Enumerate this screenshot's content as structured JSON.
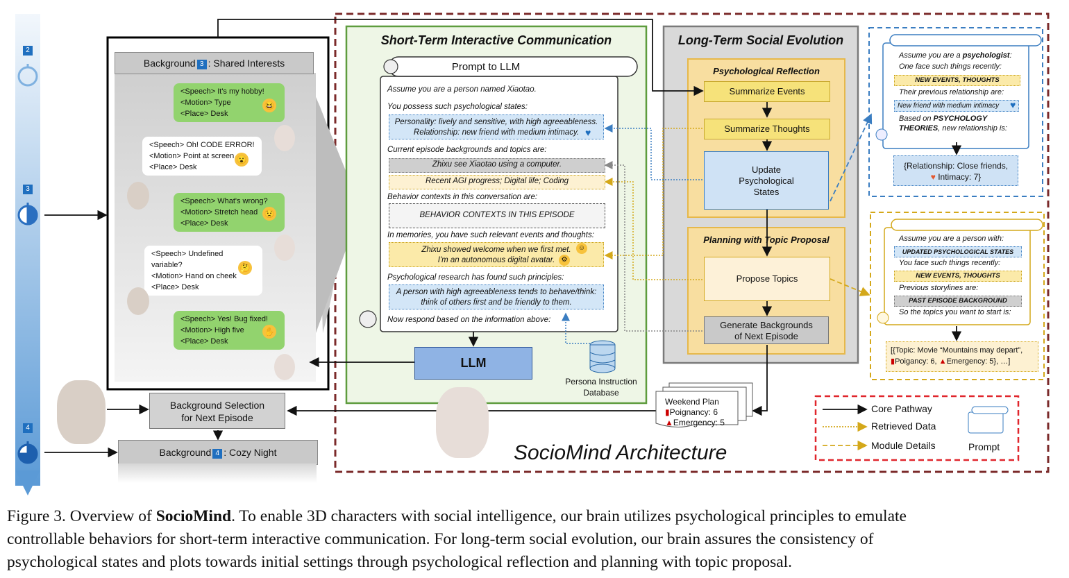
{
  "timeline": {
    "badge2": "2",
    "badge3": "3",
    "badge4": "4"
  },
  "left_panel": {
    "background_pre": "Background",
    "background_num": "3",
    "background_post": ": Shared Interests",
    "b1": [
      "<Speech> It's my hobby!",
      "<Motion> Type",
      "<Place> Desk"
    ],
    "b2": [
      "<Speech> Oh! CODE ERROR!",
      "<Motion> Point at screen",
      "<Place> Desk"
    ],
    "b3": [
      "<Speech> What's wrong?",
      "<Motion> Stretch head",
      "<Place> Desk"
    ],
    "b4": [
      "<Speech> Undefined variable?",
      "<Motion> Hand on cheek",
      "<Place> Desk"
    ],
    "b5": [
      "<Speech> Yes! Bug fixed!",
      "<Motion> High five",
      "<Place> Desk"
    ]
  },
  "bottom_left": {
    "selection": [
      "Background Selection",
      "for Next Episode"
    ],
    "background4_pre": "Background",
    "background4_num": "4",
    "background4_post": ": Cozy Night"
  },
  "short_term": {
    "title": "Short-Term Interactive Communication",
    "prompt_title": "Prompt to LLM",
    "l1": "Assume you are a person named Xiaotao.",
    "l2": "You possess such psychological states:",
    "l3a": "Personality: lively and sensitive, with high agreeableness.",
    "l3b": "Relationship: new friend with medium intimacy.",
    "l4": "Current episode backgrounds and topics are:",
    "l5": "Zhixu see Xiaotao using a computer.",
    "l6": "Recent AGI progress; Digital life; Coding",
    "l7": "Behavior contexts in this conversation are:",
    "l8": "BEHAVIOR CONTEXTS IN THIS EPISODE",
    "l9": "In memories, you have such relevant events and thoughts:",
    "l10a": "Zhixu showed welcome when we first met.",
    "l10b": "I'm an autonomous digital avatar.",
    "l11": "Psychological research has found such principles:",
    "l12a": "A person with high agreeableness tends to behave/think:",
    "l12b": "think of others first and be friendly to them.",
    "l13": "Now respond based on the information above:",
    "llm": "LLM",
    "db": [
      "Persona Instruction",
      "Database"
    ]
  },
  "long_term": {
    "title": "Long-Term Social Evolution",
    "psych_title": "Psychological Reflection",
    "summ_events": "Summarize Events",
    "summ_thoughts": "Summarize Thoughts",
    "update": [
      "Update",
      "Psychological",
      "States"
    ],
    "plan_title": "Planning with Topic Proposal",
    "propose": "Propose Topics",
    "generate": [
      "Generate Backgrounds",
      "of Next Episode"
    ]
  },
  "weekend": {
    "title": "Weekend Plan",
    "p": "Poignancy: 6",
    "e": "Emergency: 5"
  },
  "right_top": {
    "l1": "Assume you are a ",
    "l1b": "psychologist",
    "l1c": ":",
    "l2": "One face such things recently:",
    "tag1": "NEW EVENTS, THOUGHTS",
    "l3": "Their previous relationship are:",
    "tag2": "New friend with medium intimacy",
    "l4a": "Based on ",
    "l4b": "PSYCHOLOGY",
    "l4c": "THEORIES",
    "l4d": ", new relationship is:",
    "out": [
      "{Relationship: Close friends,",
      "Intimacy: 7}"
    ]
  },
  "right_bottom": {
    "l1": "Assume you are a person with:",
    "tag1": "UPDATED PSYCHOLOGICAL STATES",
    "l2": "You face such things recently:",
    "tag2": "NEW EVENTS, THOUGHTS",
    "l3": "Previous storylines are:",
    "tag3": "PAST EPISODE BACKGROUND",
    "l4": "So the topics you want to start is:",
    "out1": "[{Topic: Movie “Mountains may depart”,",
    "out2": "Poigancy: 6,",
    "out3": "Emergency: 5}, …]"
  },
  "legend": {
    "core": "Core Pathway",
    "retrieved": "Retrieved Data",
    "module": "Module Details",
    "prompt": "Prompt"
  },
  "arch_title": "SocioMind Architecture",
  "caption": {
    "pre": "Figure 3. Overview of ",
    "bold": "SocioMind",
    "line1": ". To enable 3D characters with social intelligence, our brain utilizes psychological principles to emulate",
    "line2": "controllable behaviors for short-term interactive communication.  For long-term social evolution, our brain assures the consistency of",
    "line3": "psychological states and plots towards initial settings through psychological reflection and planning with topic proposal."
  },
  "colors": {
    "green": "#92d36e",
    "blue": "#5b9ad6",
    "yellow": "#f6e27a",
    "maroon": "#7b2a2a",
    "red": "#e0262c"
  }
}
